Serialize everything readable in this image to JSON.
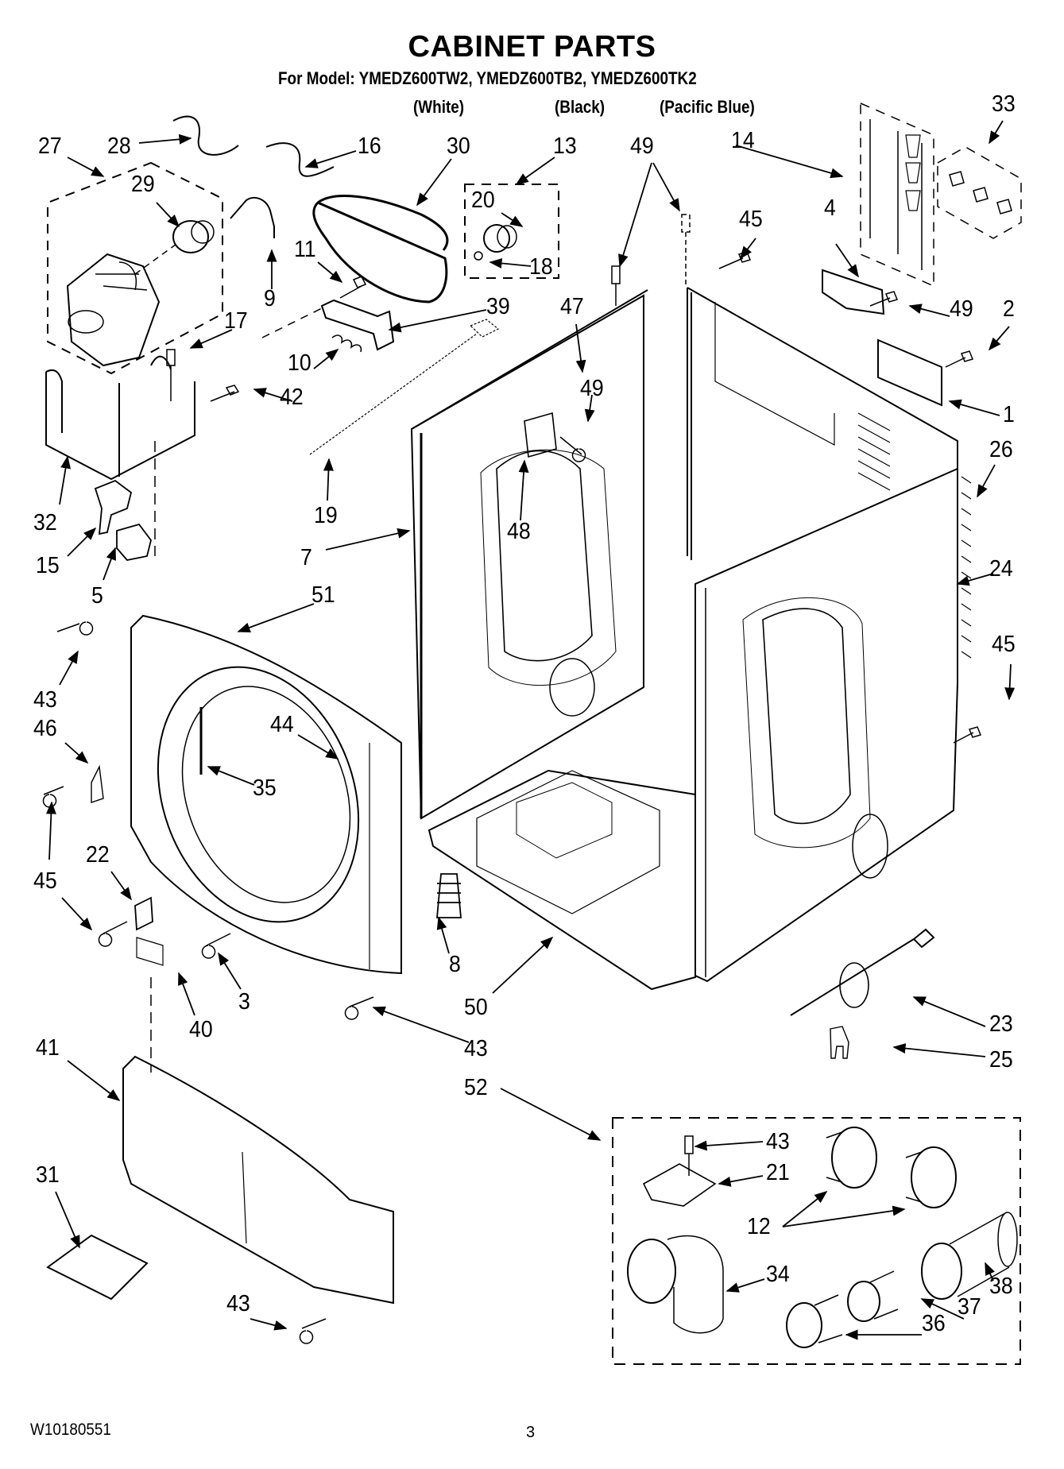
{
  "header": {
    "title": "CABINET PARTS",
    "model_line": "For Model: YMEDZ600TW2, YMEDZ600TB2, YMEDZ600TK2",
    "variants": [
      "(White)",
      "(Black)",
      "(Pacific Blue)"
    ]
  },
  "callouts": [
    {
      "id": "c27",
      "number": "27"
    },
    {
      "id": "c28",
      "number": "28"
    },
    {
      "id": "c16",
      "number": "16"
    },
    {
      "id": "c30",
      "number": "30"
    },
    {
      "id": "c13",
      "number": "13"
    },
    {
      "id": "c49a",
      "number": "49"
    },
    {
      "id": "c14",
      "number": "14"
    },
    {
      "id": "c33",
      "number": "33"
    },
    {
      "id": "c29",
      "number": "29"
    },
    {
      "id": "c20",
      "number": "20"
    },
    {
      "id": "c45a",
      "number": "45"
    },
    {
      "id": "c4",
      "number": "4"
    },
    {
      "id": "c11",
      "number": "11"
    },
    {
      "id": "c9",
      "number": "9"
    },
    {
      "id": "c18",
      "number": "18"
    },
    {
      "id": "c39",
      "number": "39"
    },
    {
      "id": "c47",
      "number": "47"
    },
    {
      "id": "c49b",
      "number": "49"
    },
    {
      "id": "c2",
      "number": "2"
    },
    {
      "id": "c17",
      "number": "17"
    },
    {
      "id": "c10",
      "number": "10"
    },
    {
      "id": "c42",
      "number": "42"
    },
    {
      "id": "c49c",
      "number": "49"
    },
    {
      "id": "c1",
      "number": "1"
    },
    {
      "id": "c26",
      "number": "26"
    },
    {
      "id": "c19",
      "number": "19"
    },
    {
      "id": "c32",
      "number": "32"
    },
    {
      "id": "c48",
      "number": "48"
    },
    {
      "id": "c7",
      "number": "7"
    },
    {
      "id": "c15",
      "number": "15"
    },
    {
      "id": "c24",
      "number": "24"
    },
    {
      "id": "c5",
      "number": "5"
    },
    {
      "id": "c51",
      "number": "51"
    },
    {
      "id": "c45b",
      "number": "45"
    },
    {
      "id": "c43a",
      "number": "43"
    },
    {
      "id": "c46",
      "number": "46"
    },
    {
      "id": "c44",
      "number": "44"
    },
    {
      "id": "c35",
      "number": "35"
    },
    {
      "id": "c22",
      "number": "22"
    },
    {
      "id": "c45c",
      "number": "45"
    },
    {
      "id": "c8",
      "number": "8"
    },
    {
      "id": "c3",
      "number": "3"
    },
    {
      "id": "c40",
      "number": "40"
    },
    {
      "id": "c50",
      "number": "50"
    },
    {
      "id": "c43b",
      "number": "43"
    },
    {
      "id": "c23",
      "number": "23"
    },
    {
      "id": "c25",
      "number": "25"
    },
    {
      "id": "c41",
      "number": "41"
    },
    {
      "id": "c52",
      "number": "52"
    },
    {
      "id": "c43c",
      "number": "43"
    },
    {
      "id": "c21",
      "number": "21"
    },
    {
      "id": "c12",
      "number": "12"
    },
    {
      "id": "c31",
      "number": "31"
    },
    {
      "id": "c34",
      "number": "34"
    },
    {
      "id": "c43d",
      "number": "43"
    },
    {
      "id": "c38",
      "number": "38"
    },
    {
      "id": "c37",
      "number": "37"
    },
    {
      "id": "c36",
      "number": "36"
    }
  ],
  "footer": {
    "document_code": "W10180551",
    "page_number": "3"
  }
}
